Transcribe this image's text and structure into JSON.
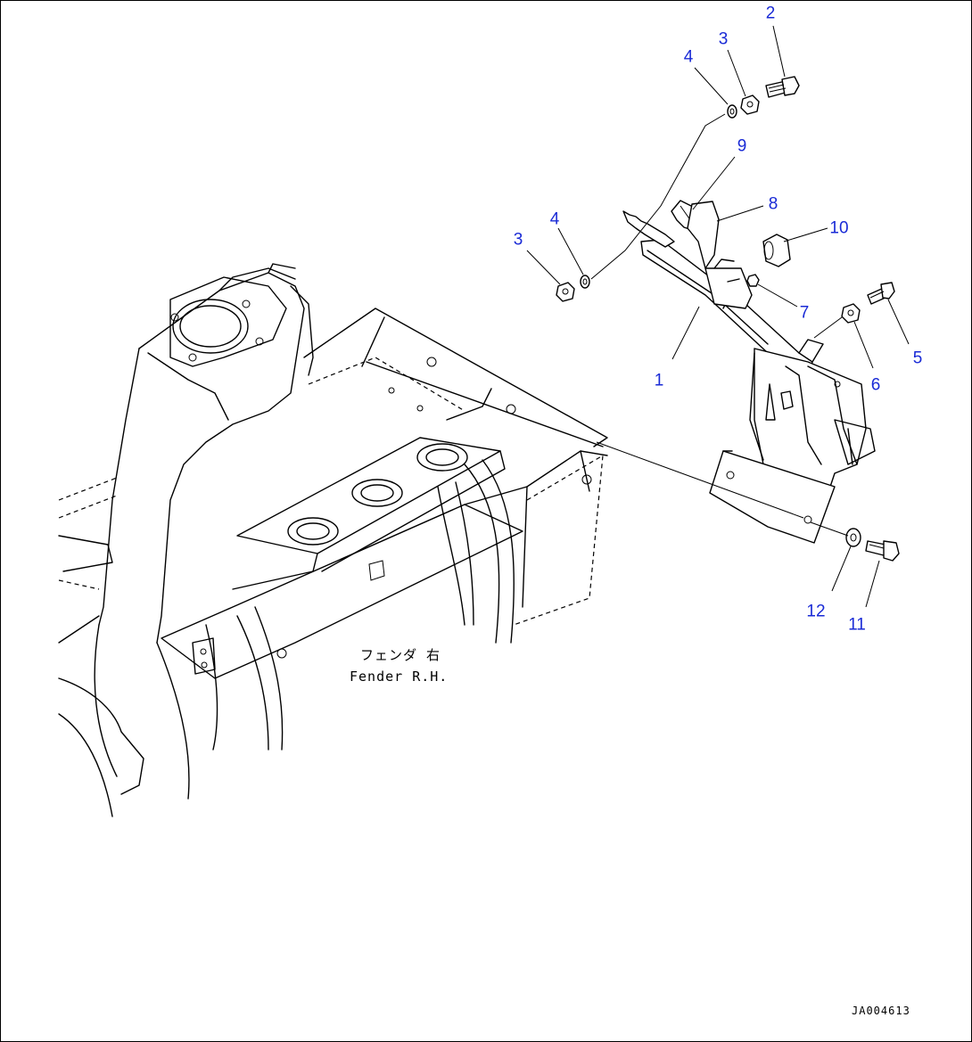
{
  "caption": {
    "jp": "フェンダ 右",
    "en": "Fender R.H."
  },
  "drawing_code": "JA004613",
  "callouts": [
    {
      "id": "c2",
      "text": "2"
    },
    {
      "id": "c3a",
      "text": "3"
    },
    {
      "id": "c4a",
      "text": "4"
    },
    {
      "id": "c9",
      "text": "9"
    },
    {
      "id": "c8",
      "text": "8"
    },
    {
      "id": "c10",
      "text": "10"
    },
    {
      "id": "c4b",
      "text": "4"
    },
    {
      "id": "c3b",
      "text": "3"
    },
    {
      "id": "c7",
      "text": "7"
    },
    {
      "id": "c5",
      "text": "5"
    },
    {
      "id": "c6",
      "text": "6"
    },
    {
      "id": "c1",
      "text": "1"
    },
    {
      "id": "c12",
      "text": "12"
    },
    {
      "id": "c11",
      "text": "11"
    }
  ]
}
